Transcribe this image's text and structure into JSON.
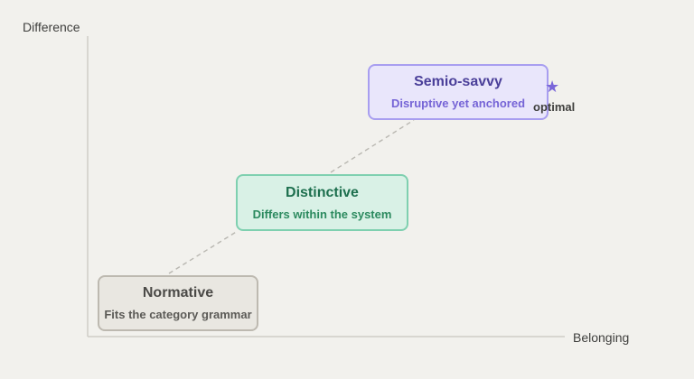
{
  "axes": {
    "y_label": "Difference",
    "x_label": "Belonging"
  },
  "boxes": {
    "normative": {
      "title": "Normative",
      "subtitle": "Fits the category grammar"
    },
    "distinctive": {
      "title": "Distinctive",
      "subtitle": "Differs within the system"
    },
    "semio_savvy": {
      "title": "Semio-savvy",
      "subtitle": "Disruptive yet anchored"
    }
  },
  "marker": {
    "icon": "star-icon",
    "label": "optimal"
  },
  "colors": {
    "background": "#f2f1ed",
    "normative": "#bdb9b0",
    "distinctive": "#7fd0b0",
    "semio_savvy": "#a89ef0"
  }
}
